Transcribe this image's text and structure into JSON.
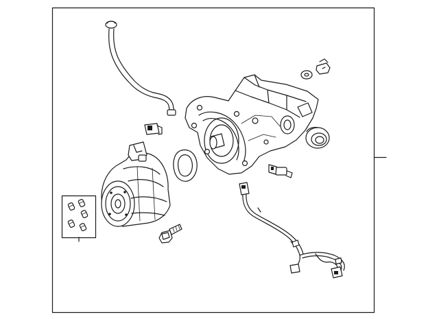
{
  "diagram": {
    "line_color": "#1a1a1a",
    "background": "#ffffff",
    "parts": [
      "breather-tube",
      "clip",
      "differential-housing",
      "washer",
      "vent-plug",
      "oil-seal",
      "gasket",
      "electric-motor",
      "stud-bolt-set",
      "bolt",
      "sensor",
      "wiring-harness"
    ]
  }
}
